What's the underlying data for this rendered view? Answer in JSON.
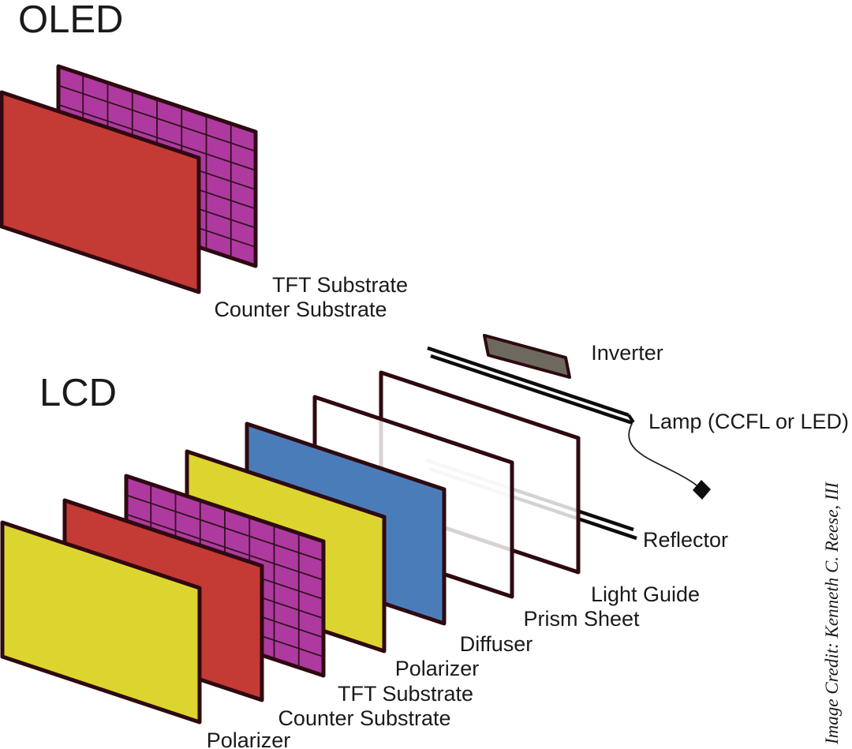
{
  "titles": {
    "oled": "OLED",
    "lcd": "LCD"
  },
  "labels": {
    "oled": {
      "tft": "TFT Substrate",
      "counter": "Counter Substrate"
    },
    "lcd": {
      "inverter": "Inverter",
      "lamp": "Lamp (CCFL or LED)",
      "reflector": "Reflector",
      "light_guide": "Light Guide",
      "prism_sheet": "Prism Sheet",
      "diffuser": "Diffuser",
      "polarizer_rear": "Polarizer",
      "tft": "TFT Substrate",
      "counter": "Counter Substrate",
      "polarizer_front": "Polarizer"
    }
  },
  "credit": "Image Credit: Kenneth C. Reese, III",
  "colors": {
    "red": "#c43a35",
    "magenta": "#ae3aa0",
    "yellow": "#ddd52f",
    "blue": "#4b7cba",
    "panel_white": "#ffffff",
    "outline": "#2e0a10",
    "grid_line": "#33101e",
    "inverter_fill": "#6e695e",
    "line_black": "#0d0d0d",
    "wire": "#222222",
    "label_text": "#1a1a1a"
  }
}
